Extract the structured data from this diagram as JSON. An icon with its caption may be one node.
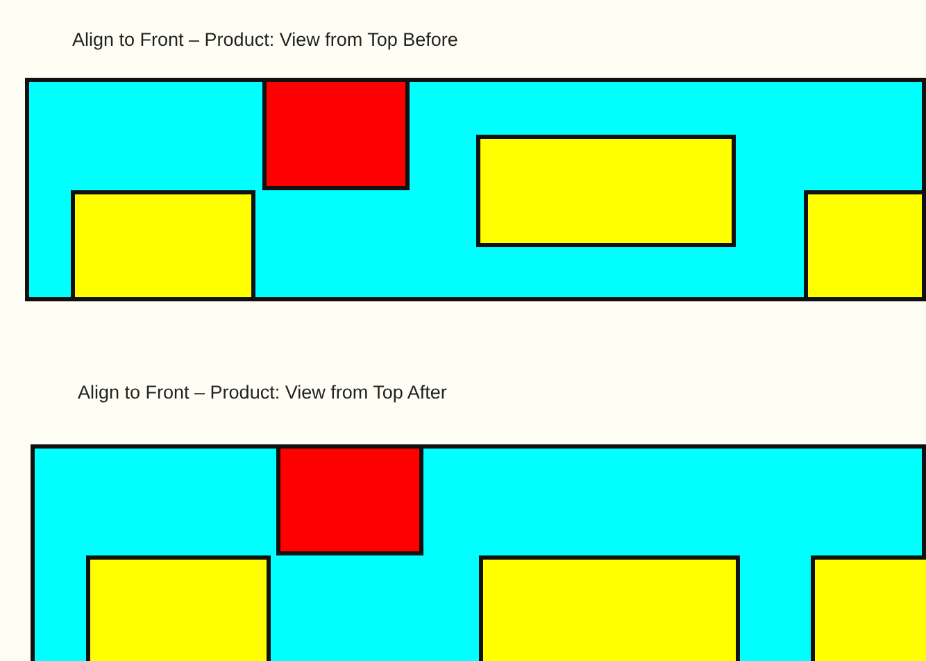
{
  "diagram": {
    "nodes": [
      {
        "text": [
          "Align to Front – Product: View from Top Before"
        ]
      },
      {
        "text": [],
        "shape": "box",
        "in": 0
      },
      {
        "text": [],
        "shape": "box",
        "in": 0
      },
      {
        "text": [],
        "shape": "box",
        "in": 0
      },
      {
        "text": [],
        "shape": "box",
        "in": 0
      },
      {
        "text": [
          "Align to Front – Product: View from Top After"
        ]
      },
      {
        "text": [],
        "shape": "box",
        "in": 5
      },
      {
        "text": [],
        "shape": "box",
        "in": 5
      },
      {
        "text": [],
        "shape": "box",
        "in": 5
      },
      {
        "text": [],
        "shape": "box",
        "in": 5
      }
    ]
  }
}
